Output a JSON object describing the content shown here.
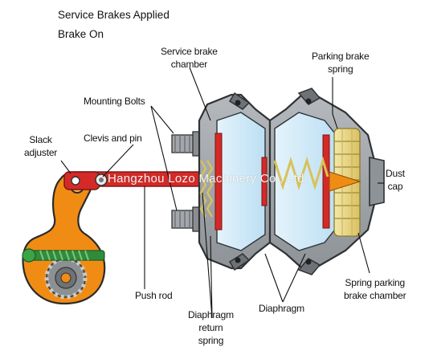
{
  "title": {
    "line1": "Service Brakes Applied",
    "line2": "Brake On"
  },
  "labels": {
    "service_chamber": "Service brake\nchamber",
    "parking_spring": "Parking brake\nspring",
    "mounting_bolts": "Mounting Bolts",
    "clevis_pin": "Clevis and pin",
    "slack_adjuster": "Slack\nadjuster",
    "dust_cap": "Dust\ncap",
    "push_rod": "Push rod",
    "return_spring": "Diaphragm\nreturn\nspring",
    "diaphragm": "Diaphragm",
    "spring_chamber": "Spring parking\nbrake chamber"
  },
  "watermark": "Hangzhou Lozo Machinery Co., Ltd.",
  "colors": {
    "housing": "#9ea3a8",
    "housing_dark": "#3a3d40",
    "chamber_fill": "#c9e6f7",
    "push_rod": "#d42a27",
    "slack_adjuster": "#ef8a12",
    "gear": "#8c8f92",
    "worm": "#2f8c3a",
    "spring": "#e6d27a"
  }
}
